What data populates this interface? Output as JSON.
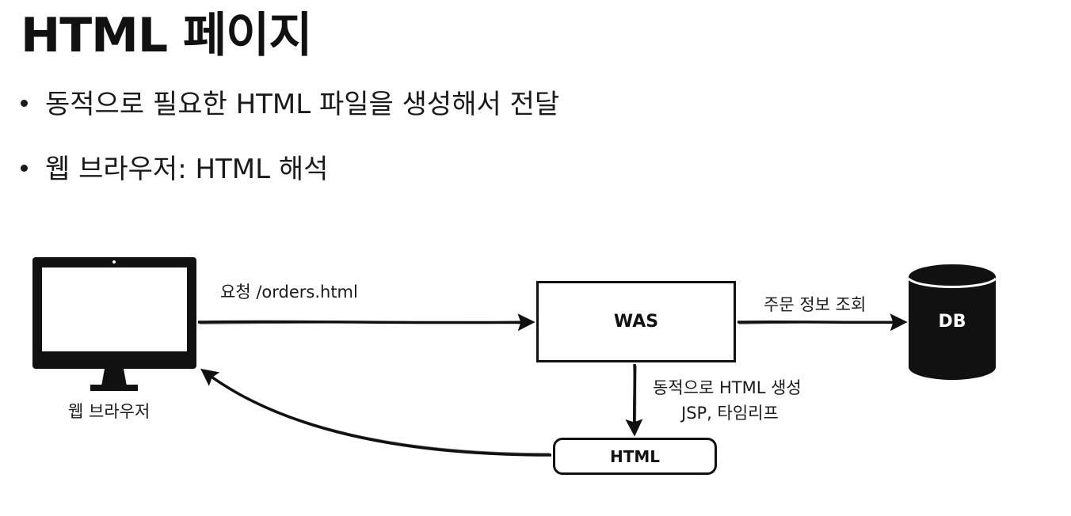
{
  "title": "HTML 페이지",
  "bullets": [
    "동적으로 필요한 HTML 파일을 생성해서 전달",
    "웹 브라우저: HTML 해석"
  ],
  "diagram": {
    "browser_label": "웹 브라우저",
    "request_label": "요청 /orders.html",
    "was_label": "WAS",
    "db_label": "DB",
    "query_label": "주문 정보 조회",
    "dynamic_line1": "동적으로 HTML 생성",
    "dynamic_line2": "JSP, 타임리프",
    "html_label": "HTML"
  },
  "colors": {
    "ink": "#111111",
    "background": "#ffffff"
  }
}
